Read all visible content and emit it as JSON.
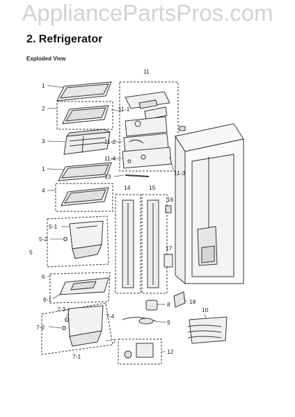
{
  "watermark": "AppliancePartsPros.com",
  "page": {
    "title": "2.  Refrigerator",
    "subtitle": "Exploded View"
  },
  "labels": {
    "p1a": "1",
    "p2": "2",
    "p3": "3",
    "p1b": "1",
    "p4": "4",
    "p5_1": "5-1",
    "p5_2": "5-2",
    "p5": "5",
    "p6": "6",
    "p6_1": "6-1",
    "p7_3": "7-3",
    "p7_4": "7-4",
    "p7_2": "7-2",
    "p7": "7",
    "p7_1": "7-1",
    "p11": "11",
    "p11_1": "11-1",
    "p11_2": "11-2",
    "p11_4": "11-4",
    "p11_3": "11-3",
    "p13": "13",
    "p14": "14",
    "p15": "15",
    "p16": "16",
    "p17": "17",
    "p8": "8",
    "p9": "9",
    "p18": "18",
    "p10": "10",
    "p12": "12"
  }
}
